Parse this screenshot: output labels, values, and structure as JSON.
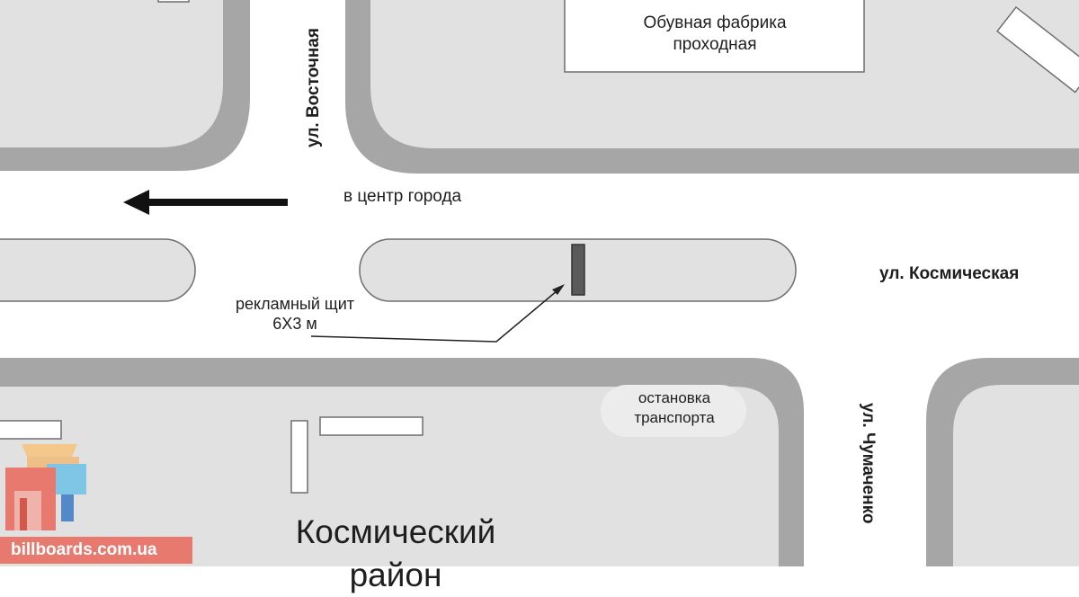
{
  "factory": {
    "line1": "Обувная фабрика",
    "line2": "проходная"
  },
  "direction": {
    "label": "в центр города"
  },
  "streets": {
    "vostochnaya": "ул. Восточная",
    "kosmicheskaya": "ул. Космическая",
    "chumachenko": "ул. Чумаченко"
  },
  "billboard": {
    "line1": "рекламный щит",
    "line2": "6Х3 м"
  },
  "stop": {
    "line1": "остановка",
    "line2": "транспорта"
  },
  "district": {
    "line1": "Космический",
    "line2": "район"
  },
  "brand": {
    "site": "billboards.com.ua"
  },
  "colors": {
    "block_fill": "#e1e1e1",
    "sidewalk": "#a6a6a6",
    "outline": "#6e6e6e",
    "billboard": "#5a5a5a",
    "arrow": "#111111",
    "brand": "#e8796f"
  },
  "icons": [
    "left-arrow-icon",
    "billboard-marker-icon",
    "logo-icon"
  ]
}
